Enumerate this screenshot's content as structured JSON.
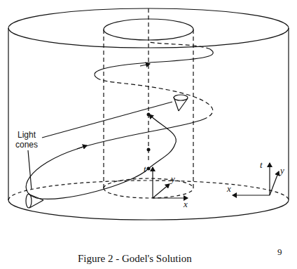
{
  "diagram": {
    "caption": "Figure 2 - Godel's Solution",
    "labels": [
      "Light cones",
      "t",
      "y",
      "x",
      "t",
      "y",
      "x",
      "9"
    ]
  }
}
